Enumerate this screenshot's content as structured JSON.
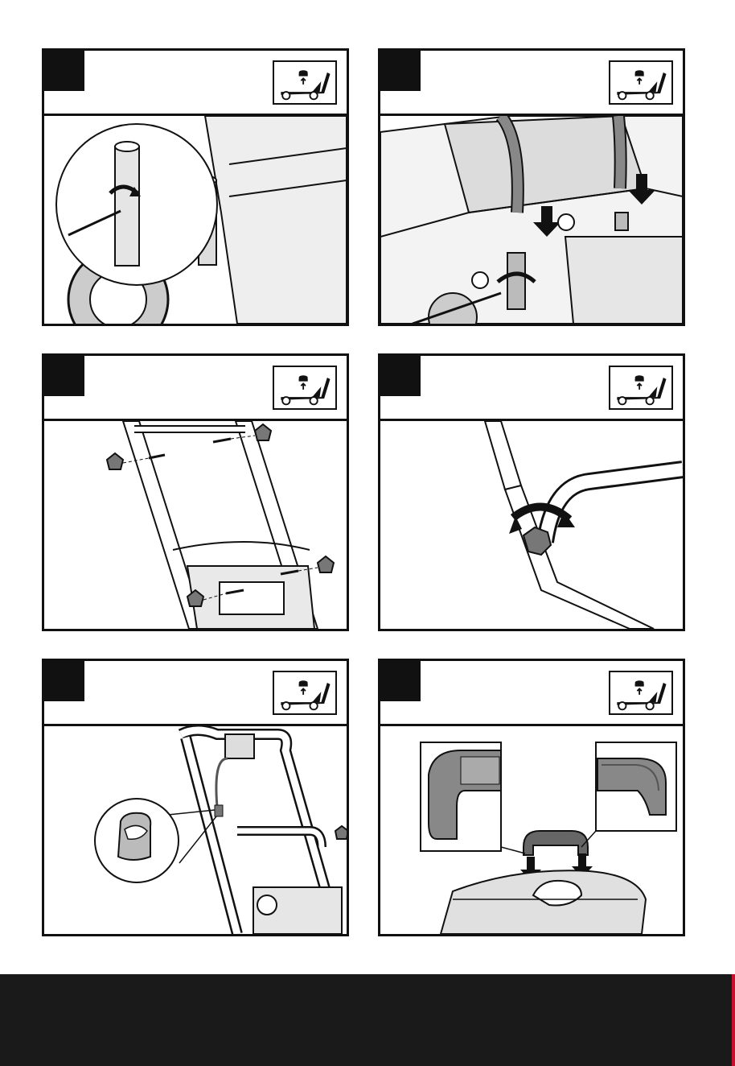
{
  "page": {
    "background": "#ffffff",
    "footer_color": "#1a1a1a",
    "accent": "#c8102e"
  },
  "panels": [
    {
      "id": 1,
      "icon": "mower-height-adjust-icon",
      "illustration": "handle-tube-bolt-illustration"
    },
    {
      "id": 2,
      "icon": "mower-height-adjust-icon",
      "illustration": "insert-handle-tubes-illustration",
      "callouts": [
        "",
        ""
      ]
    },
    {
      "id": 3,
      "icon": "mower-height-adjust-icon",
      "illustration": "handle-knobs-bolts-illustration"
    },
    {
      "id": 4,
      "icon": "mower-height-adjust-icon",
      "illustration": "tighten-knob-illustration"
    },
    {
      "id": 5,
      "icon": "mower-height-adjust-icon",
      "illustration": "cable-clip-illustration"
    },
    {
      "id": 6,
      "icon": "mower-height-adjust-icon",
      "illustration": "grass-box-handle-illustration"
    }
  ]
}
